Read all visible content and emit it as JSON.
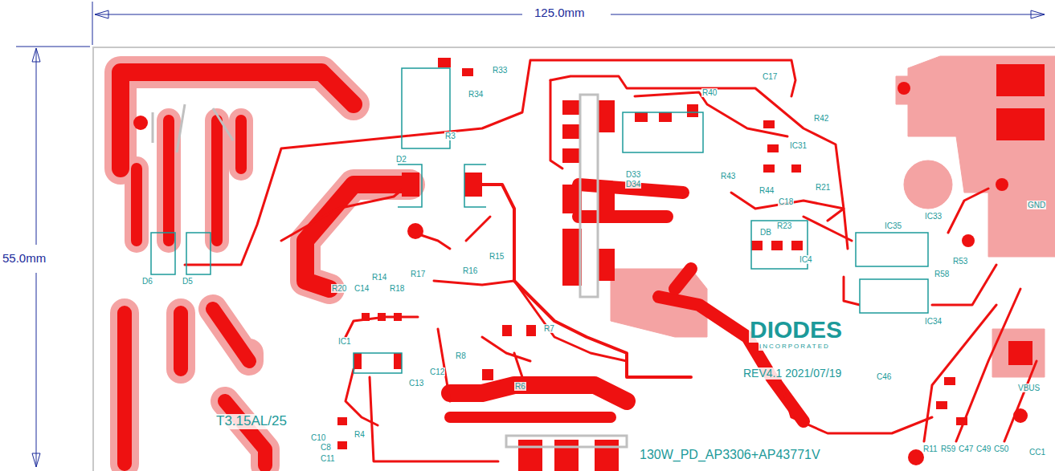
{
  "diagram": {
    "labels": [
      "125.0mm",
      "55.0mm",
      "D6",
      "D5",
      "D2",
      "R33",
      "R34",
      "R3",
      "C17",
      "R40",
      "R42",
      "IC31",
      "D33",
      "D34",
      "R43",
      "R21",
      "R44",
      "C18",
      "DB",
      "R23",
      "IC4",
      "IC35",
      "IC33",
      "IC34",
      "R58",
      "R53",
      "GND",
      "VBUS",
      "CC1",
      "R15",
      "R16",
      "R17",
      "R18",
      "R14",
      "C14",
      "R20",
      "IC1",
      "C13",
      "C12",
      "R8",
      "R7",
      "R6",
      "C10",
      "R4",
      "C8",
      "C11",
      "T3.15AL/25",
      "DIODES",
      "INCORPORATED",
      "REV4.1 2021/07/19",
      "130W_PD_AP3306+AP43771V",
      "C46",
      "R11",
      "R59",
      "C47",
      "C49",
      "C50"
    ]
  }
}
